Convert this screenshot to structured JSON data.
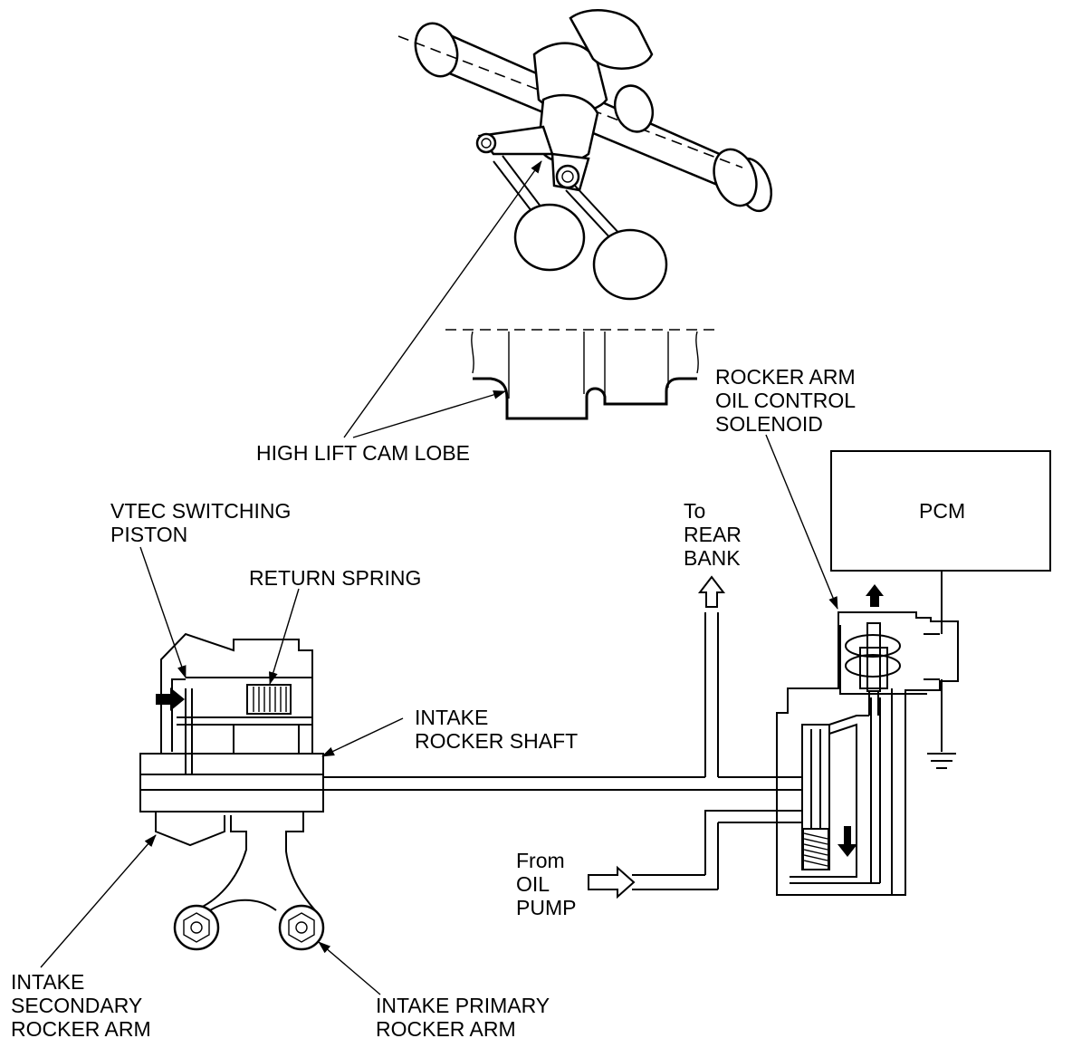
{
  "labels": {
    "high_lift_cam_lobe": "HIGH LIFT CAM LOBE",
    "solenoid": [
      "ROCKER ARM",
      "OIL CONTROL",
      "SOLENOID"
    ],
    "pcm": "PCM",
    "vtec_piston": [
      "VTEC SWITCHING",
      "PISTON"
    ],
    "return_spring": "RETURN SPRING",
    "to_rear_bank": [
      "To",
      "REAR",
      "BANK"
    ],
    "intake_rocker_shaft": [
      "INTAKE",
      "ROCKER SHAFT"
    ],
    "from_oil_pump": [
      "From",
      "OIL",
      "PUMP"
    ],
    "intake_secondary": [
      "INTAKE",
      "SECONDARY",
      "ROCKER ARM"
    ],
    "intake_primary": [
      "INTAKE PRIMARY",
      "ROCKER ARM"
    ]
  }
}
